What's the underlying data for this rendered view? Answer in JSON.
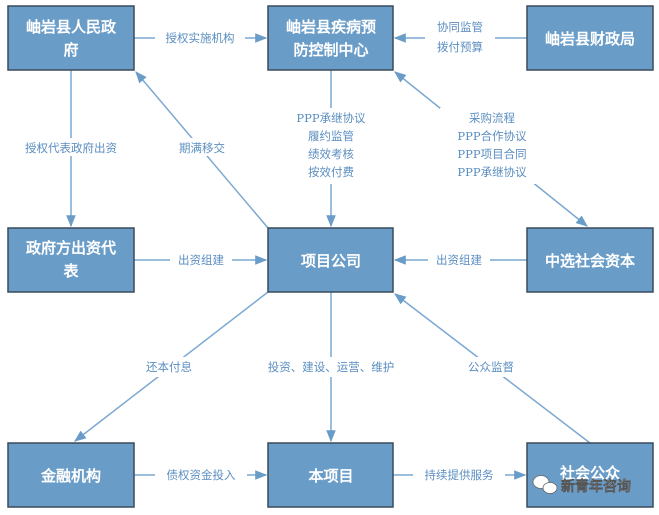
{
  "nodes": {
    "gov": [
      "岫岩县人民政",
      "府"
    ],
    "cdc": [
      "岫岩县疾病预",
      "防控制中心"
    ],
    "finance": [
      "岫岩县财政局"
    ],
    "gov_rep": [
      "政府方出资代",
      "表"
    ],
    "company": [
      "项目公司"
    ],
    "social_capital": [
      "中选社会资本"
    ],
    "bank": [
      "金融机构"
    ],
    "project": [
      "本项目"
    ],
    "public": [
      "社会公众"
    ]
  },
  "edges": {
    "gov_cdc": [
      "授权实施机构"
    ],
    "finance_cdc": [
      "协同监管",
      "拨付预算"
    ],
    "gov_rep": [
      "授权代表政府出资"
    ],
    "company_gov": [
      "期满移交"
    ],
    "cdc_company": [
      "PPP承继协议",
      "履约监管",
      "绩效考核",
      "按效付费"
    ],
    "cdc_social": [
      "采购流程",
      "PPP合作协议",
      "PPP项目合同",
      "PPP承继协议"
    ],
    "rep_company": [
      "出资组建"
    ],
    "social_company": [
      "出资组建"
    ],
    "company_bank": [
      "还本付息"
    ],
    "company_project": [
      "投资、建设、运营、维护"
    ],
    "public_company": [
      "公众监督"
    ],
    "bank_project": [
      "债权资金投入"
    ],
    "project_public": [
      "持续提供服务"
    ]
  },
  "watermark": "新青年咨询",
  "colors": {
    "box": "#6a9cc8",
    "line": "#7ca8d2",
    "label": "#5b8ec0"
  }
}
